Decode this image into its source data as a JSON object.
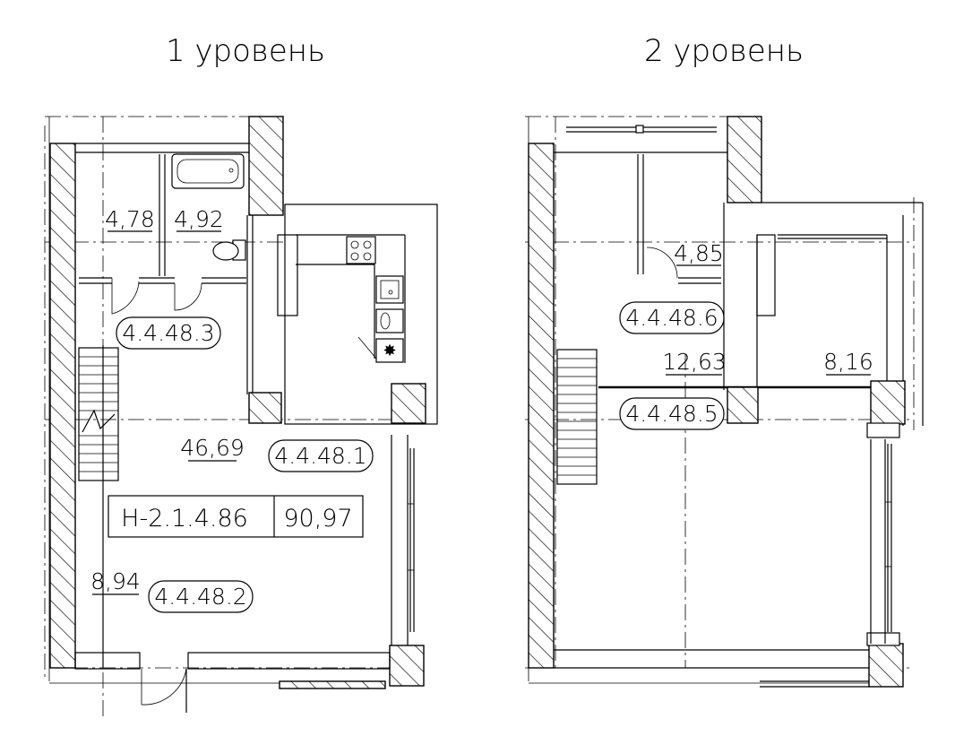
{
  "levels": [
    {
      "title": "1 уровень",
      "areas": [
        "4,78",
        "4,92",
        "46,69",
        "8,94"
      ],
      "room_ids": [
        "4.4.48.3",
        "4.4.48.1",
        "4.4.48.2"
      ],
      "apartment": {
        "id": "Н-2.1.4.86",
        "area": "90,97"
      }
    },
    {
      "title": "2 уровень",
      "areas": [
        "4,85",
        "12,63",
        "8,16"
      ],
      "room_ids": [
        "4.4.48.6",
        "4.4.48.5"
      ]
    }
  ]
}
